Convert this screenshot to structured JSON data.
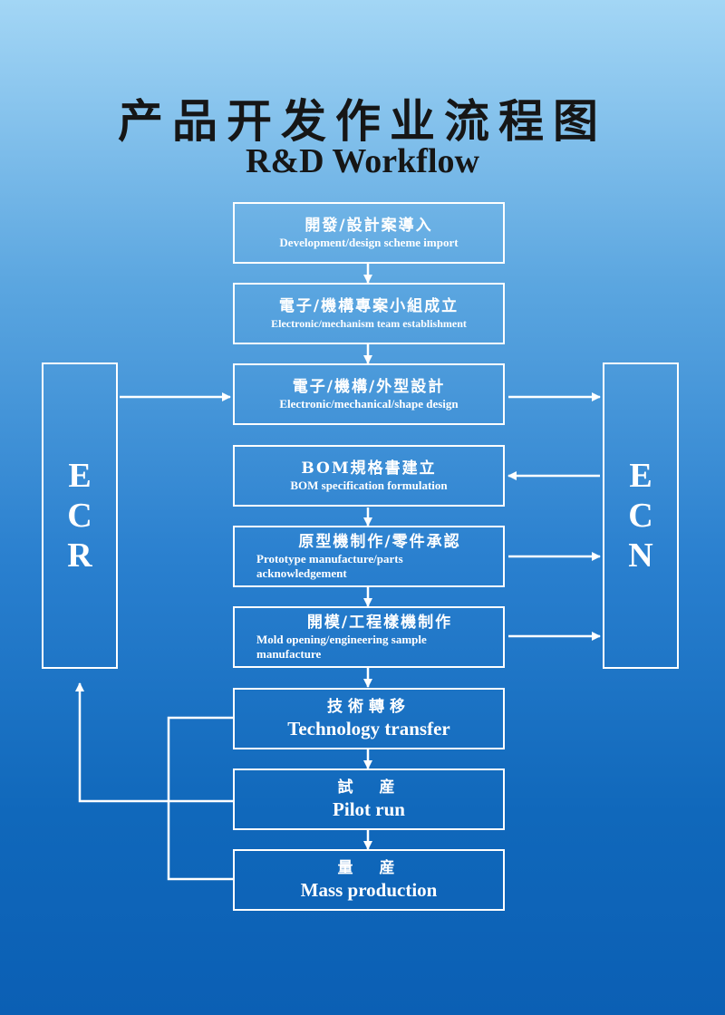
{
  "title": {
    "cn": "产品开发作业流程图",
    "en": "R&D Workflow"
  },
  "steps": [
    {
      "cn": "開發/設計案導入",
      "en": "Development/design scheme import"
    },
    {
      "cn": "電子/機構專案小組成立",
      "en": "Electronic/mechanism team establishment"
    },
    {
      "cn": "電子/機構/外型設計",
      "en": "Electronic/mechanical/shape design"
    },
    {
      "cn": "BOM規格書建立",
      "en": "BOM specification formulation"
    },
    {
      "cn": "原型機制作/零件承認",
      "en_line1": "Prototype manufacture/parts",
      "en_line2": "acknowledgement"
    },
    {
      "cn": "開模/工程樣機制作",
      "en_line1": "Mold opening/engineering sample",
      "en_line2": "manufacture"
    },
    {
      "cn": "技術轉移",
      "en": "Technology transfer"
    },
    {
      "cn": "試　産",
      "en": "Pilot run"
    },
    {
      "cn": "量　産",
      "en": "Mass production"
    }
  ],
  "ecr": {
    "letters": [
      "E",
      "C",
      "R"
    ]
  },
  "ecn": {
    "letters": [
      "E",
      "C",
      "N"
    ]
  }
}
